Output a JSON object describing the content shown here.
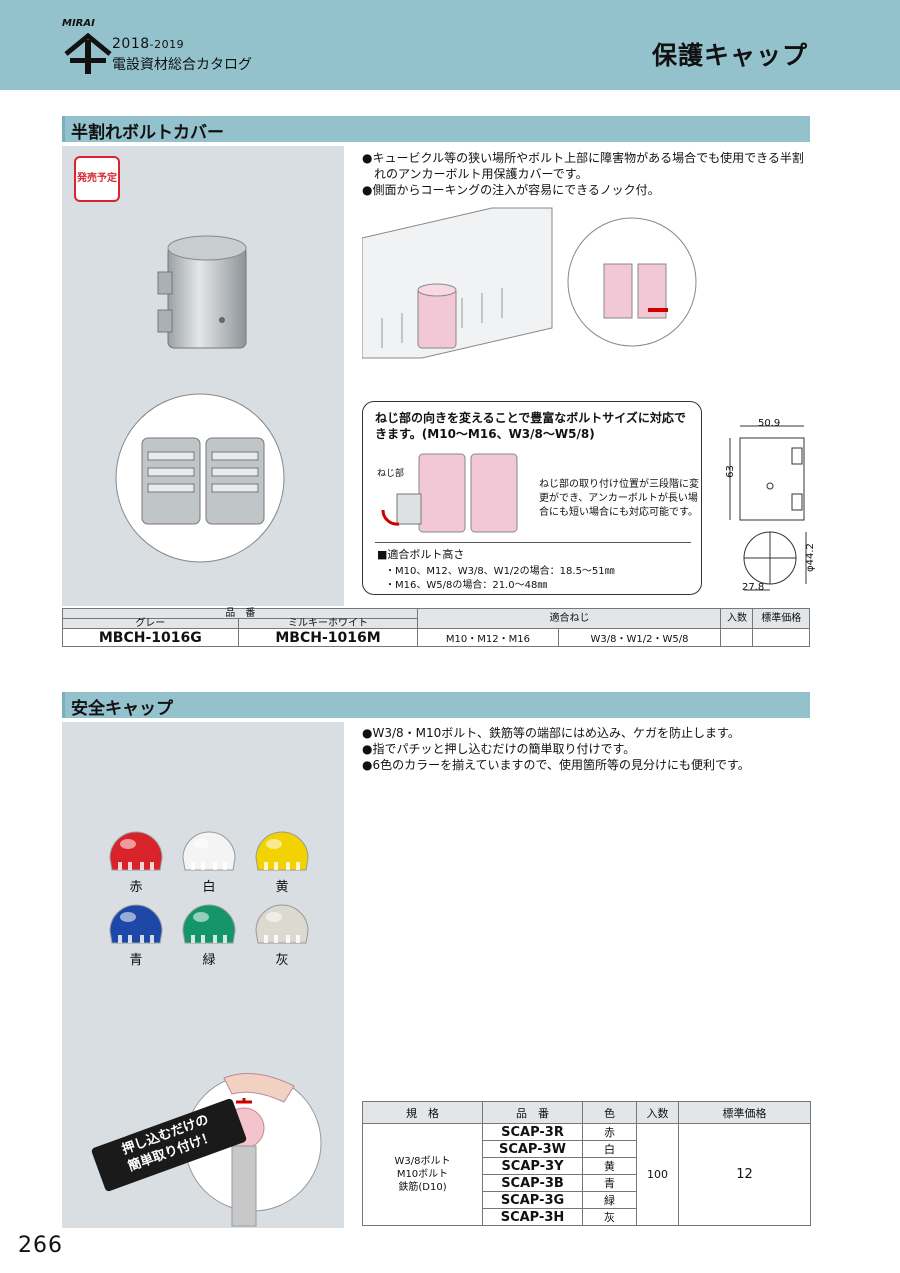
{
  "header": {
    "brand": "MIRAI",
    "year_main": "2018",
    "year_suffix": "-2019",
    "catalog_title": "電設資材総合カタログ",
    "page_title": "保護キャップ"
  },
  "section1": {
    "title": "半割れボルトカバー",
    "badge": "発売予定",
    "bullets": [
      "キュービクル等の狭い場所やボルト上部に障害物がある場合でも使用できる半割れのアンカーボルト用保護カバーです。",
      "側面からコーキングの注入が容易にできるノック付。"
    ],
    "callout": {
      "title": "ねじ部の向きを変えることで豊富なボルトサイズに対応できます。(M10〜M16、W3/8〜W5/8)",
      "thread_label": "ねじ部",
      "note": "ねじ部の取り付け位置が三段階に変更ができ、アンカーボルトが長い場合にも短い場合にも対応可能です。",
      "bolt_title": "■適合ボルト高さ",
      "bolt_rows": [
        "・M10、M12、W3/8、W1/2の場合：18.5〜51㎜",
        "・M16、W5/8の場合：21.0〜48㎜"
      ]
    },
    "dims": {
      "width": "50.9",
      "height": "63",
      "diameter": "φ44.2",
      "depth": "27.8"
    },
    "table": {
      "h_part": "品　番",
      "h_grey": "グレー",
      "h_white": "ミルキーホワイト",
      "h_thread": "適合ねじ",
      "h_qty": "入数",
      "h_price": "標準価格",
      "grey_code": "MBCH-1016G",
      "white_code": "MBCH-1016M",
      "thread_m": "M10・M12・M16",
      "thread_w": "W3/8・W1/2・W5/8",
      "qty": "",
      "price": ""
    }
  },
  "section2": {
    "title": "安全キャップ",
    "bullets": [
      "W3/8・M10ボルト、鉄筋等の端部にはめ込み、ケガを防止します。",
      "指でパチッと押し込むだけの簡単取り付けです。",
      "6色のカラーを揃えていますので、使用箇所等の見分けにも便利です。"
    ],
    "caps": [
      {
        "label": "赤",
        "color": "#d8232a"
      },
      {
        "label": "白",
        "color": "#f4f4f4"
      },
      {
        "label": "黄",
        "color": "#f2d200"
      },
      {
        "label": "青",
        "color": "#1e48a8"
      },
      {
        "label": "緑",
        "color": "#14956a"
      },
      {
        "label": "灰",
        "color": "#dcdad0"
      }
    ],
    "stamp": [
      "押し込むだけの",
      "簡単取り付け！"
    ],
    "table": {
      "h_spec": "規　格",
      "h_part": "品　番",
      "h_color": "色",
      "h_qty": "入数",
      "h_price": "標準価格",
      "spec": [
        "W3/8ボルト",
        "M10ボルト",
        "鉄筋(D10)"
      ],
      "rows": [
        {
          "code": "SCAP-3R",
          "color": "赤"
        },
        {
          "code": "SCAP-3W",
          "color": "白"
        },
        {
          "code": "SCAP-3Y",
          "color": "黄"
        },
        {
          "code": "SCAP-3B",
          "color": "青"
        },
        {
          "code": "SCAP-3G",
          "color": "緑"
        },
        {
          "code": "SCAP-3H",
          "color": "灰"
        }
      ],
      "qty": "100",
      "price": "12"
    }
  },
  "page_number": "266"
}
